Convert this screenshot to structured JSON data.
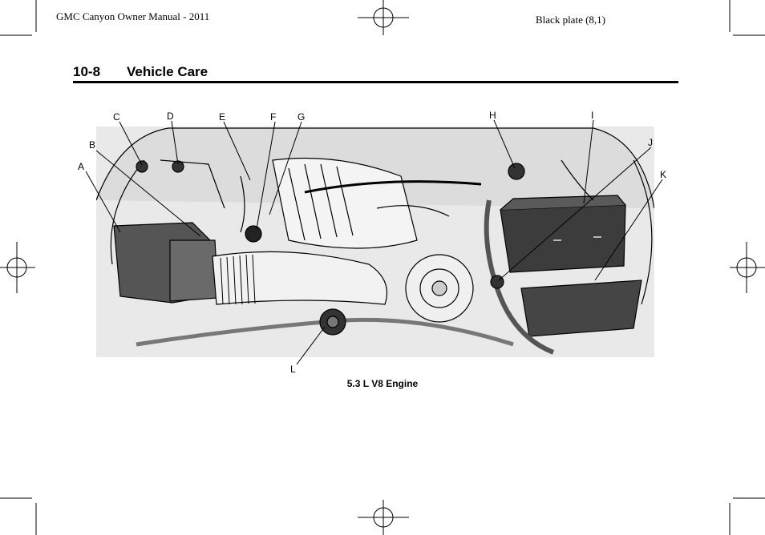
{
  "header": {
    "manual_title": "GMC Canyon Owner Manual - 2011",
    "plate": "Black plate (8,1)"
  },
  "section": {
    "number": "10-8",
    "title": "Vehicle Care"
  },
  "figure": {
    "caption": "5.3 L V8 Engine",
    "callouts": [
      "A",
      "B",
      "C",
      "D",
      "E",
      "F",
      "G",
      "H",
      "I",
      "J",
      "K",
      "L"
    ]
  }
}
